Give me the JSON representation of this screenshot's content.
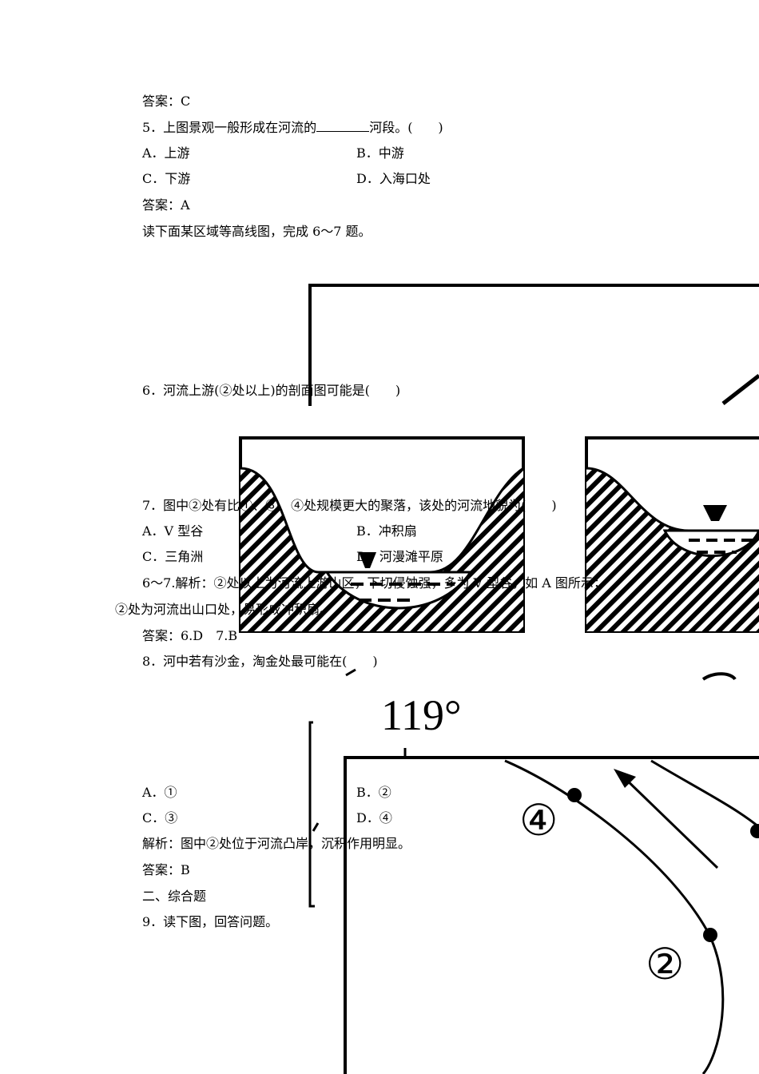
{
  "lines": {
    "ans4": "答案：C",
    "q5_a": "5．上图景观一般形成在河流的",
    "q5_b": "河段。(　　)",
    "q5_A": "A．上游",
    "q5_B": "B．中游",
    "q5_C": "C．下游",
    "q5_D": "D．入海口处",
    "ans5": "答案：A",
    "intro67": "读下面某区域等高线图，完成 6～7 题。",
    "q6": "6．河流上游(②处以上)的剖面图可能是(　　)",
    "q7": "7．图中②处有比①、③、④处规模更大的聚落，该处的河流地貌为(　　)",
    "q7_A": "A．V 型谷",
    "q7_B": "B．冲积扇",
    "q7_C": "C．三角洲",
    "q7_D": "D．河漫滩平原",
    "jx67_a": "6～7.解析：②处以上为河流上游山区，下切侵蚀强，多为 V 型谷，如 A 图所示；",
    "jx67_b": "②处为河流出山口处，易形成冲积扇。",
    "ans67": "答案：6.D　7.B",
    "q8": "8．河中若有沙金，淘金处最可能在(　　)",
    "q8_A": "A．①",
    "q8_B": "B．②",
    "q8_C": "C．③",
    "q8_D": "D．④",
    "jx8": "解析：图中②处位于河流凸岸，沉积作用明显。",
    "ans8": "答案：B",
    "sec2": "二、综合题",
    "q9": "9．读下图，回答问题。"
  },
  "map": {
    "longitude": "119°",
    "mark2": "②",
    "mark4": "④"
  }
}
